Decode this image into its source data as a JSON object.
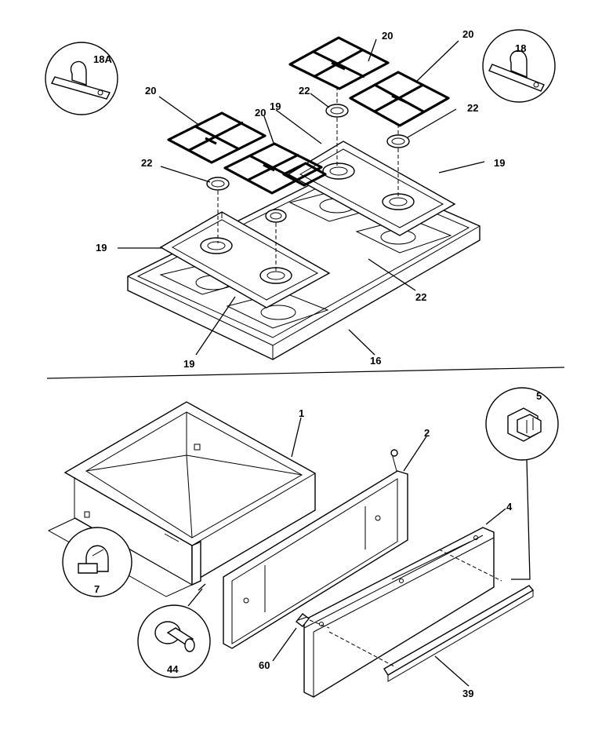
{
  "labels": {
    "l18a": "18A",
    "l18": "18",
    "l20a": "20",
    "l20b": "20",
    "l20c": "20",
    "l20d": "20",
    "l19a": "19",
    "l19b": "19",
    "l19c": "19",
    "l19d": "19",
    "l22a": "22",
    "l22b": "22",
    "l22c": "22",
    "l22d": "22",
    "l16": "16",
    "l1": "1",
    "l2": "2",
    "l4": "4",
    "l5": "5",
    "l7": "7",
    "l44": "44",
    "l60": "60",
    "l39": "39"
  }
}
